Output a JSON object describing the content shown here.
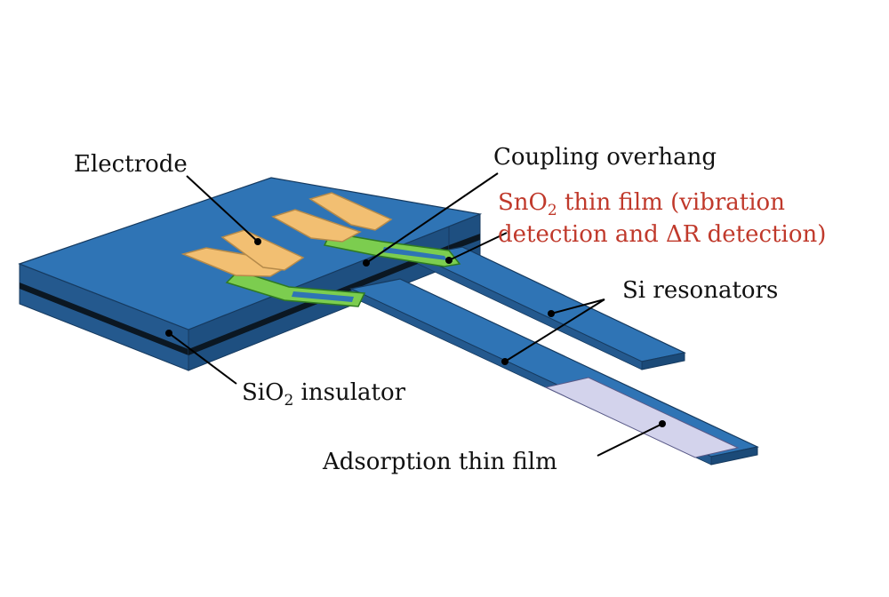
{
  "colors": {
    "silicon_top": "#2f74b5",
    "silicon_side": "#24598e",
    "silicon_dark": "#163a5f",
    "insulator": "#0b1722",
    "electrode": "#f2bf72",
    "electrode_edge": "#b58a4a",
    "sno2_film": "#7ccd4f",
    "sno2_edge": "#2f7a21",
    "adsorption_film": "#d3d3ec",
    "label_red": "#c0392b"
  },
  "labels": {
    "electrode": "Electrode",
    "coupling_overhang": "Coupling overhang",
    "sno2_line1_prefix": "SnO",
    "sno2_line1_sub": "2",
    "sno2_line1_suffix": " thin film (vibration",
    "sno2_line2": "detection and ΔR detection)",
    "si_resonators": "Si resonators",
    "sio2_prefix": "SiO",
    "sio2_sub": "2",
    "sio2_suffix": " insulator",
    "adsorption": "Adsorption thin film"
  }
}
